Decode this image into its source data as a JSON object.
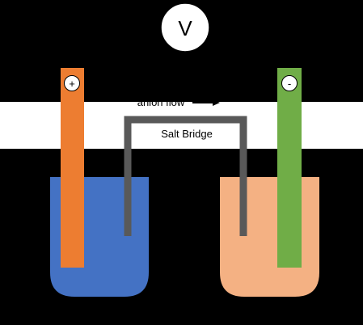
{
  "voltmeter": {
    "label": "V"
  },
  "anode": {
    "sign": "+",
    "color": "#ED7D31"
  },
  "cathode": {
    "sign": "-",
    "color": "#70AD47"
  },
  "left_solution": {
    "color": "#4472C4"
  },
  "right_solution": {
    "color": "#F4B183"
  },
  "salt_bridge": {
    "label": "Salt Bridge",
    "color": "#595959"
  },
  "anion_flow": {
    "label": "anion flow"
  },
  "background": "#000000",
  "band": "#FFFFFF"
}
